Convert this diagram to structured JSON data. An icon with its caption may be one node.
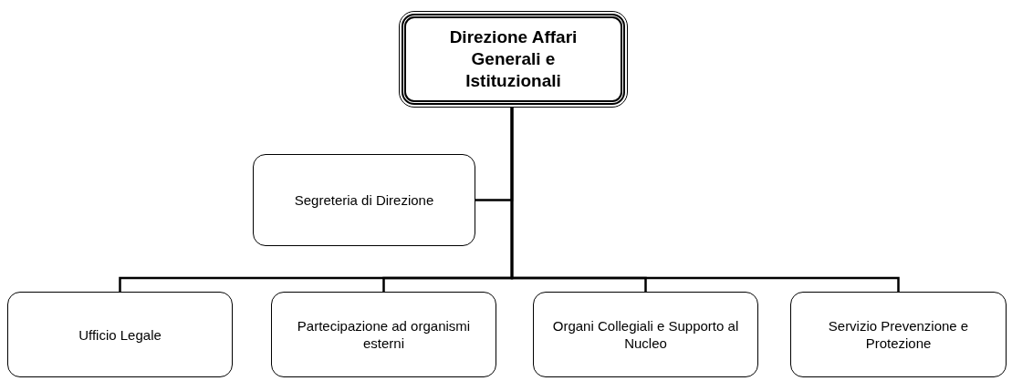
{
  "diagram": {
    "nodes": [
      {
        "text": [
          "Direzione Affari Generali e Istituzionali"
        ]
      },
      {
        "text": [
          "Segreteria di Direzione"
        ]
      },
      {
        "text": [
          "Ufficio Legale"
        ]
      },
      {
        "text": [
          "Partecipazione ad organismi esterni"
        ]
      },
      {
        "text": [
          "Organi Collegiali e Supporto al Nucleo"
        ]
      },
      {
        "text": [
          "Servizio Prevenzione e Protezione"
        ]
      }
    ],
    "edges": [
      {
        "from": 0,
        "to": 1,
        "arrow": "none"
      },
      {
        "from": 0,
        "to": 2,
        "arrow": "none"
      },
      {
        "from": 0,
        "to": 3,
        "arrow": "none"
      },
      {
        "from": 0,
        "to": 4,
        "arrow": "none"
      },
      {
        "from": 0,
        "to": 5,
        "arrow": "none"
      }
    ]
  }
}
